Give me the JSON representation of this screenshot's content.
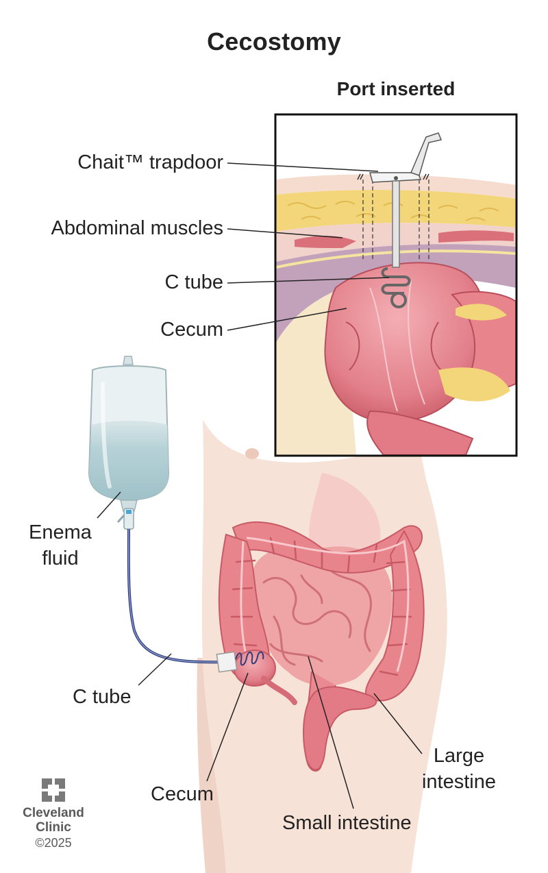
{
  "title": "Cecostomy",
  "inset": {
    "title": "Port inserted",
    "labels": {
      "trapdoor": "Chait™ trapdoor",
      "muscles": "Abdominal muscles",
      "ctube": "C tube",
      "cecum": "Cecum"
    }
  },
  "main": {
    "labels": {
      "enema_line1": "Enema",
      "enema_line2": "fluid",
      "ctube": "C tube",
      "cecum": "Cecum",
      "small_intestine": "Small intestine",
      "large_line1": "Large",
      "large_line2": "intestine"
    }
  },
  "logo": {
    "line1": "Cleveland",
    "line2": "Clinic",
    "copyright": "©2025"
  },
  "colors": {
    "intestine": "#e8848c",
    "intestine_dark": "#c85a66",
    "skin": "#f6e0d4",
    "fat": "#f3d57a",
    "fluid": "#a9c9cf",
    "tube": "#2f3e7a"
  }
}
